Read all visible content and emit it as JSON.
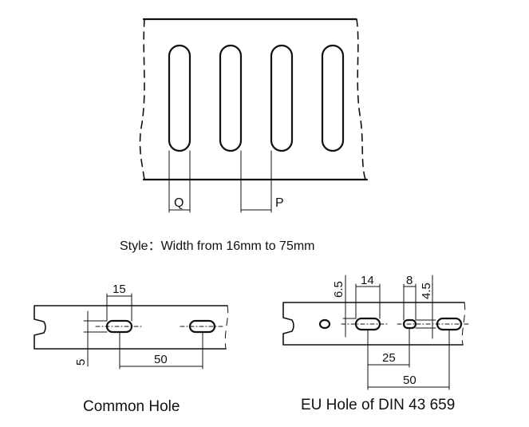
{
  "top_view": {
    "label_q": "Q",
    "label_p": "P",
    "style_text": "Style：Width from 16mm to 75mm"
  },
  "common_hole": {
    "dim_slot_length": "15",
    "dim_slot_width": "5",
    "dim_spacing": "50",
    "caption": "Common Hole"
  },
  "eu_hole": {
    "dim_top_offset": "6.5",
    "dim_slot_length": "14",
    "dim_small_slot_length": "8",
    "dim_small_slot_width": "4.5",
    "dim_half_spacing": "25",
    "dim_spacing": "50",
    "caption": "EU Hole of DIN 43 659"
  }
}
